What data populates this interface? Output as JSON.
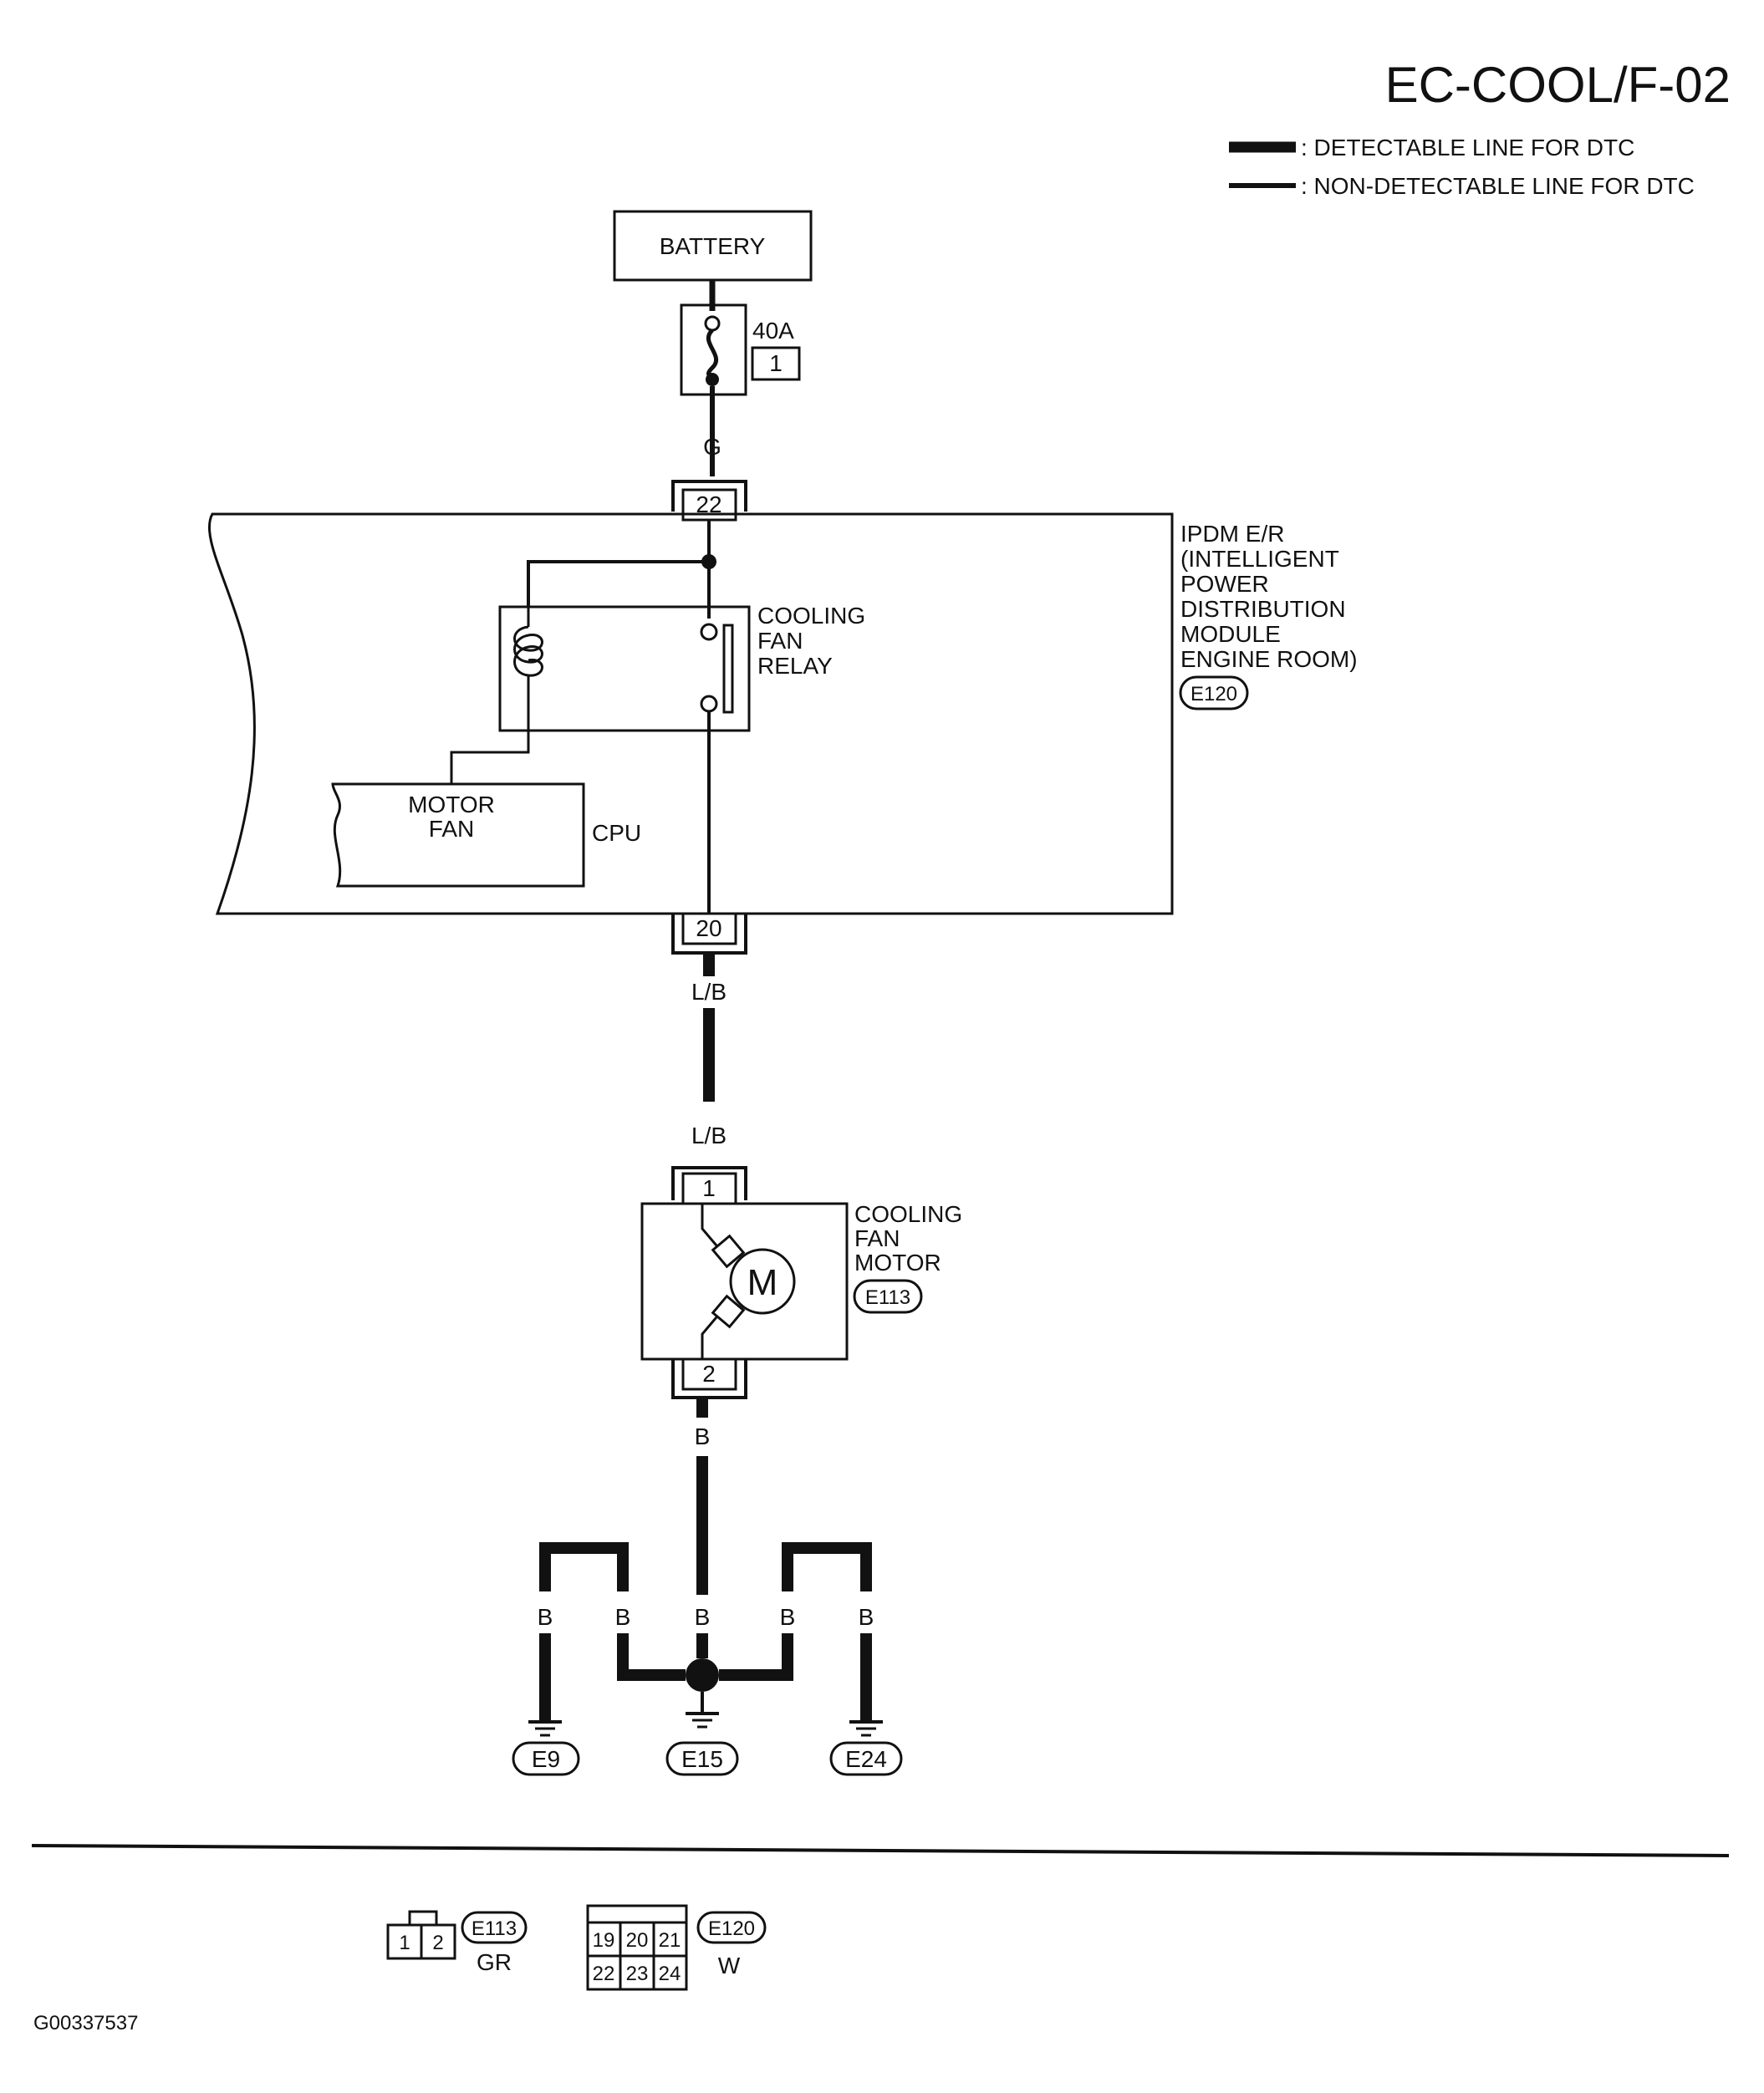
{
  "page": {
    "code": "EC-COOL/F-02",
    "figure_id": "G00337537"
  },
  "legend": {
    "detectable": ": DETECTABLE LINE FOR DTC",
    "non_detectable": ": NON-DETECTABLE LINE FOR DTC"
  },
  "battery": {
    "label": "BATTERY"
  },
  "fuse": {
    "rating": "40A",
    "number": "1"
  },
  "wires": {
    "battery_to_ipdm": "G",
    "ipdm_to_motor_top": "L/B",
    "ipdm_to_motor_bottom": "L/B",
    "motor_to_ground": "B",
    "ground_branch": "B"
  },
  "ipdm": {
    "name_lines": [
      "IPDM E/R",
      "(INTELLIGENT",
      "POWER",
      "DISTRIBUTION",
      "MODULE",
      "ENGINE ROOM)"
    ],
    "connector": "E120",
    "pin_in": "22",
    "pin_out": "20",
    "relay_lines": [
      "COOLING",
      "FAN",
      "RELAY"
    ],
    "cpu_label": "CPU",
    "cpu_block_lines": [
      "MOTOR",
      "FAN"
    ]
  },
  "motor": {
    "name_lines": [
      "COOLING",
      "FAN",
      "MOTOR"
    ],
    "connector": "E113",
    "symbol": "M",
    "pin_top": "1",
    "pin_bottom": "2"
  },
  "grounds": [
    "E9",
    "E15",
    "E24"
  ],
  "connector_views": [
    {
      "id": "E113",
      "color": "GR",
      "pins": [
        "1",
        "2"
      ]
    },
    {
      "id": "E120",
      "color": "W",
      "pins": [
        "19",
        "20",
        "21",
        "22",
        "23",
        "24"
      ]
    }
  ]
}
